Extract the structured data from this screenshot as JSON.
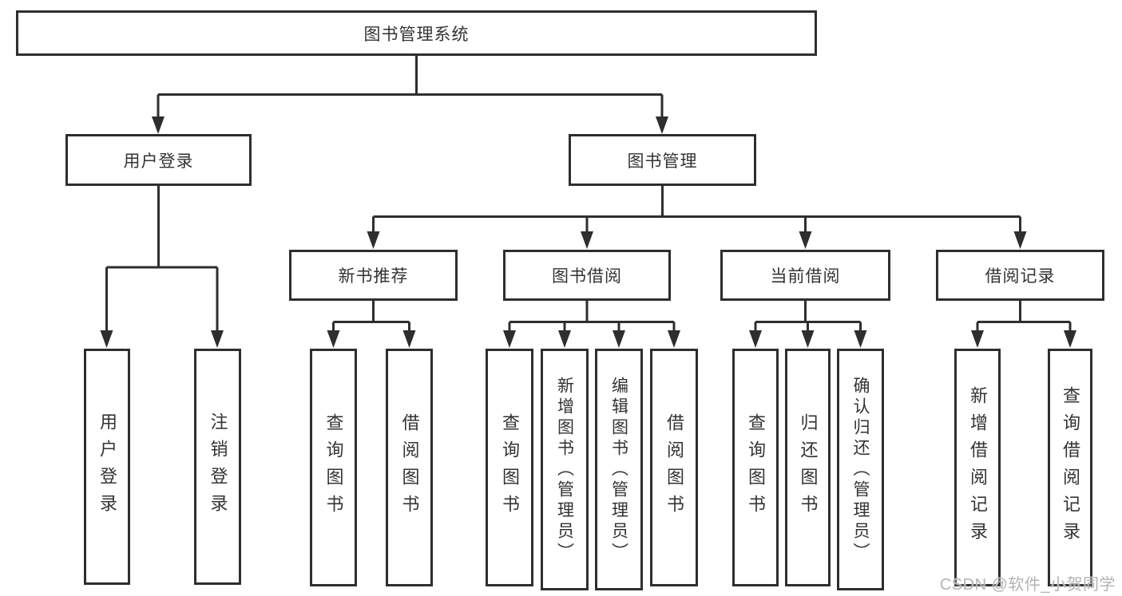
{
  "tree": {
    "root": {
      "label": "图书管理系统"
    },
    "user_login": {
      "label": "用户登录",
      "children": [
        {
          "label": "用户登录"
        },
        {
          "label": "注销登录"
        }
      ]
    },
    "book_mgmt": {
      "label": "图书管理",
      "sections": [
        {
          "label": "新书推荐",
          "children": [
            {
              "label": "查询图书"
            },
            {
              "label": "借阅图书"
            }
          ]
        },
        {
          "label": "图书借阅",
          "children": [
            {
              "label": "查询图书"
            },
            {
              "label": "新增图书（管理员）"
            },
            {
              "label": "编辑图书（管理员）"
            },
            {
              "label": "借阅图书"
            }
          ]
        },
        {
          "label": "当前借阅",
          "children": [
            {
              "label": "查询图书"
            },
            {
              "label": "归还图书"
            },
            {
              "label": "确认归还（管理员）"
            }
          ]
        },
        {
          "label": "借阅记录",
          "children": [
            {
              "label": "新增借阅记录"
            },
            {
              "label": "查询借阅记录"
            }
          ]
        }
      ]
    }
  },
  "watermark": "CSDN @软件_小贺同学",
  "colors": {
    "line": "#2e2e2e",
    "text": "#333333",
    "watermark": "#b3b3b3",
    "background": "#ffffff"
  }
}
